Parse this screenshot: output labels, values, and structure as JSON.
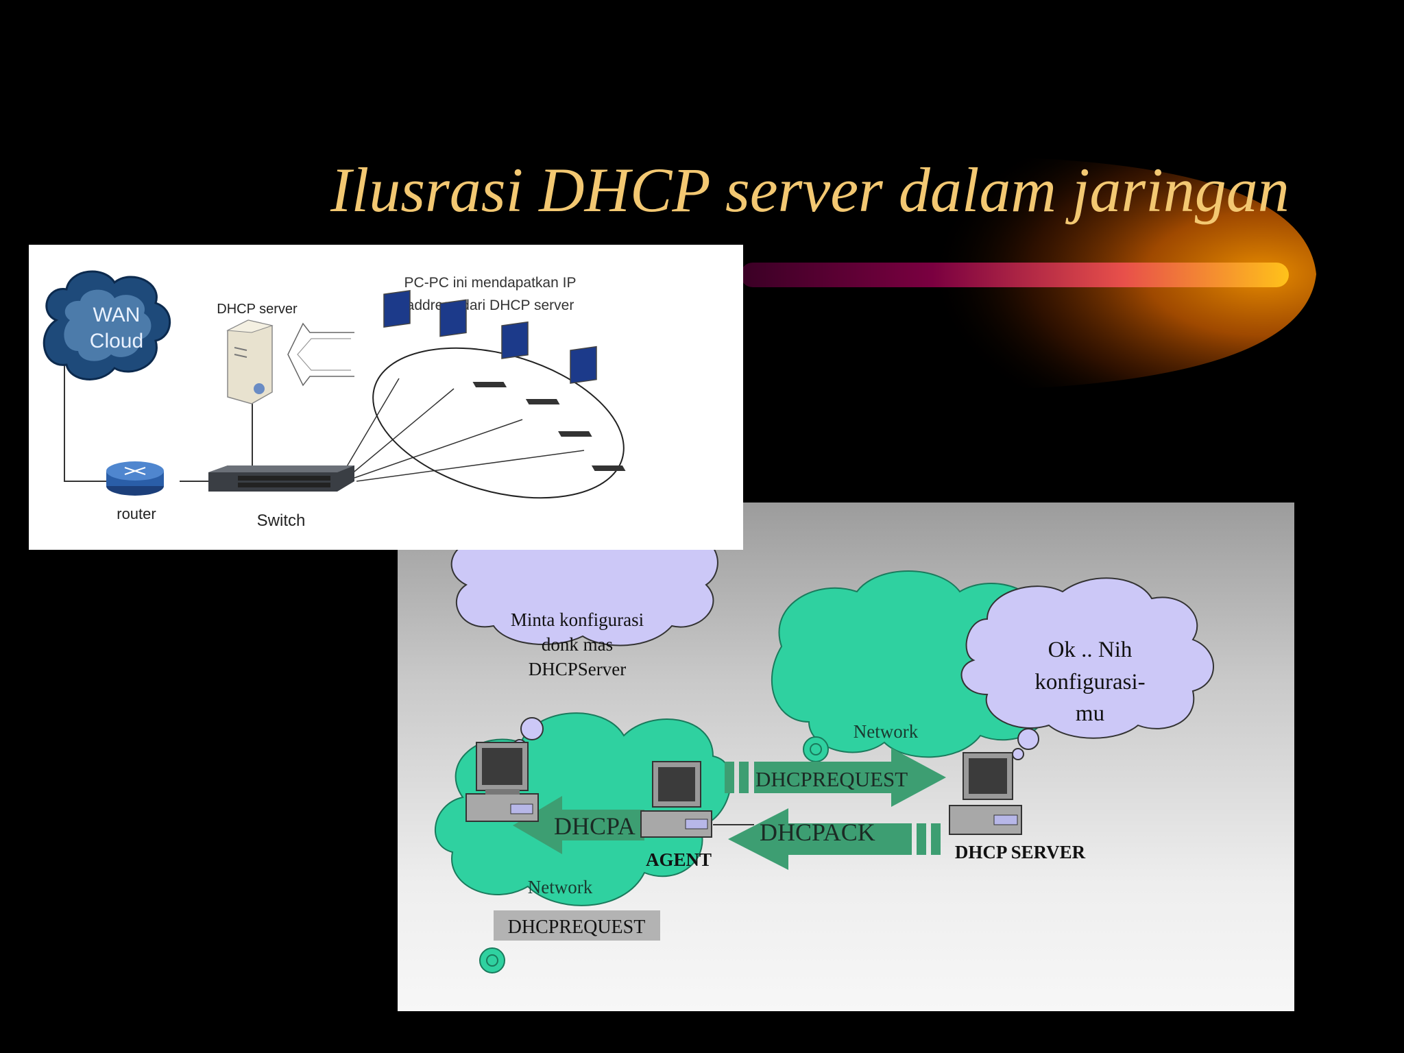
{
  "slide": {
    "title": "Ilusrasi DHCP server dalam jaringan"
  },
  "diagram_top": {
    "wan_cloud_line1": "WAN",
    "wan_cloud_line2": "Cloud",
    "dhcp_server_label": "DHCP server",
    "note_line1": "PC-PC ini mendapatkan IP",
    "note_line2": "address dari DHCP server",
    "router_label": "router",
    "switch_label": "Switch"
  },
  "diagram_bottom": {
    "client_bubble_line1": "Minta konfigurasi",
    "client_bubble_line2": "donk  mas",
    "client_bubble_line3": "DHCPServer",
    "server_bubble_line1": "Ok .. Nih",
    "server_bubble_line2": "konfigurasi-",
    "server_bubble_line3": "mu",
    "network_right_label": "Network",
    "network_left_label": "Network",
    "arrow_request_label": "DHCPREQUEST",
    "arrow_ack_label": "DHCPACK",
    "arrow_dhcpa_label": "DHCPA",
    "agent_label": "AGENT",
    "dhcp_server_label": "DHCP SERVER",
    "request_box_label": "DHCPREQUEST"
  },
  "colors": {
    "background": "#000000",
    "title": "#f3c872",
    "bubble_fill": "#ccc8f7",
    "network_fill": "#2fd1a0",
    "arrow_fill": "#3d9e72"
  }
}
